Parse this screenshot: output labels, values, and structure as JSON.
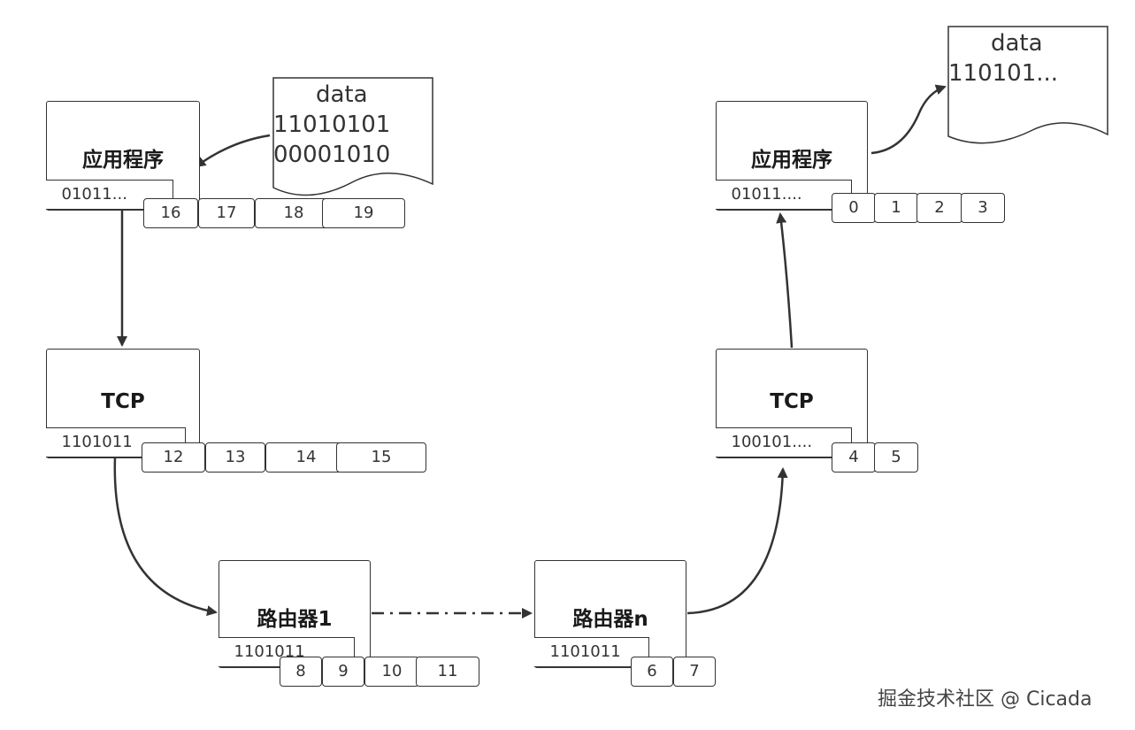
{
  "source": {
    "app_title": "应用程序",
    "app_bits": "01011...",
    "app_segments": [
      "16",
      "17",
      "18",
      "19"
    ],
    "tcp_title": "TCP",
    "tcp_bits": "1101011",
    "tcp_segments": [
      "12",
      "13",
      "14",
      "15"
    ],
    "doc_label": "data",
    "doc_line1": "11010101",
    "doc_line2": "00001010"
  },
  "routers": {
    "r1_title": "路由器1",
    "r1_bits": "1101011",
    "r1_segments": [
      "8",
      "9",
      "10",
      "11"
    ],
    "rn_title": "路由器n",
    "rn_bits": "1101011",
    "rn_segments": [
      "6",
      "7"
    ]
  },
  "destination": {
    "app_title": "应用程序",
    "app_bits": "01011....",
    "app_segments": [
      "0",
      "1",
      "2",
      "3"
    ],
    "tcp_title": "TCP",
    "tcp_bits": "100101....",
    "tcp_segments": [
      "4",
      "5"
    ],
    "doc_label": "data",
    "doc_line1": "110101..."
  },
  "watermark": "掘金技术社区 @ Cicada",
  "colors": {
    "stroke": "#333333",
    "text": "#222222",
    "background": "#ffffff"
  }
}
